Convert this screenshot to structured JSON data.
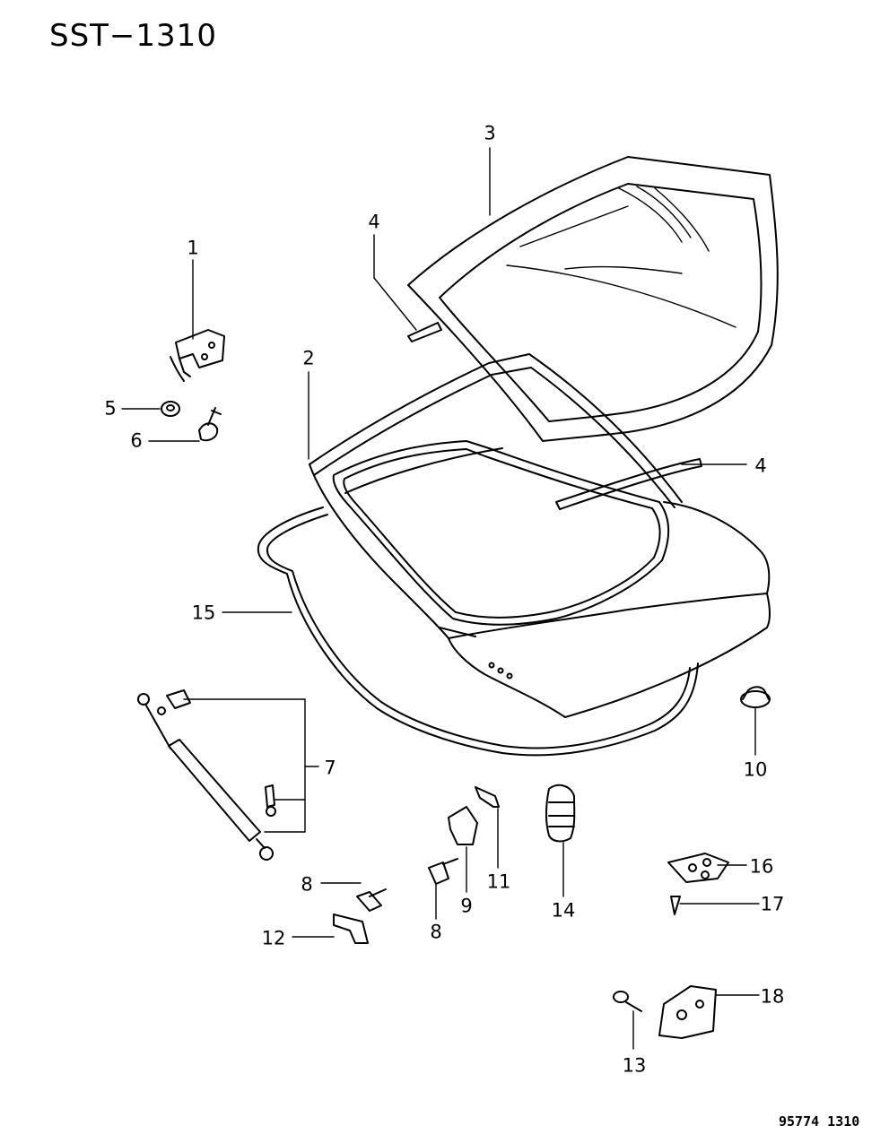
{
  "header": {
    "diagram_id": "SST−1310"
  },
  "footer": {
    "ref": "95774 1310"
  },
  "callouts": [
    {
      "id": "c1",
      "label": "1"
    },
    {
      "id": "c2",
      "label": "2"
    },
    {
      "id": "c3",
      "label": "3"
    },
    {
      "id": "c4a",
      "label": "4"
    },
    {
      "id": "c4b",
      "label": "4"
    },
    {
      "id": "c5",
      "label": "5"
    },
    {
      "id": "c6",
      "label": "6"
    },
    {
      "id": "c7",
      "label": "7"
    },
    {
      "id": "c8a",
      "label": "8"
    },
    {
      "id": "c8b",
      "label": "8"
    },
    {
      "id": "c9",
      "label": "9"
    },
    {
      "id": "c10",
      "label": "10"
    },
    {
      "id": "c11",
      "label": "11"
    },
    {
      "id": "c12",
      "label": "12"
    },
    {
      "id": "c13",
      "label": "13"
    },
    {
      "id": "c14",
      "label": "14"
    },
    {
      "id": "c15",
      "label": "15"
    },
    {
      "id": "c16",
      "label": "16"
    },
    {
      "id": "c17",
      "label": "17"
    },
    {
      "id": "c18",
      "label": "18"
    }
  ]
}
